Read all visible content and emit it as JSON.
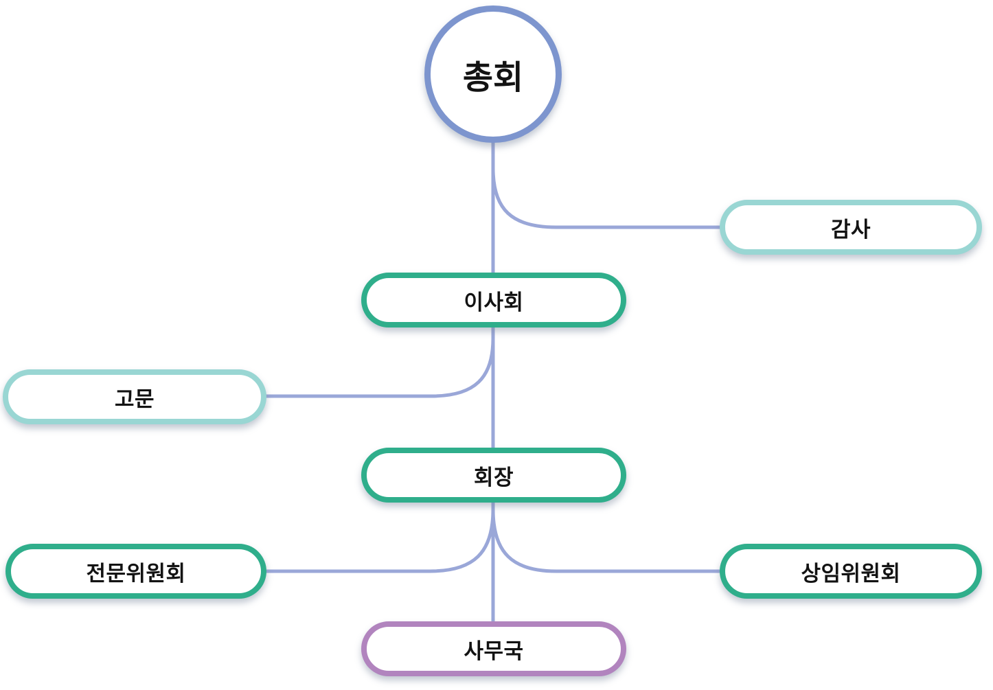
{
  "org_chart": {
    "nodes": {
      "assembly": {
        "label": "총회"
      },
      "auditor": {
        "label": "감사"
      },
      "board": {
        "label": "이사회"
      },
      "advisor": {
        "label": "고문"
      },
      "president": {
        "label": "회장"
      },
      "expert_committee": {
        "label": "전문위원회"
      },
      "standing_committee": {
        "label": "상임위원회"
      },
      "secretariat": {
        "label": "사무국"
      }
    },
    "edges": [
      {
        "from": "assembly",
        "to": "board"
      },
      {
        "from": "assembly",
        "to": "auditor"
      },
      {
        "from": "board",
        "to": "president"
      },
      {
        "from": "board",
        "to": "advisor"
      },
      {
        "from": "president",
        "to": "expert_committee"
      },
      {
        "from": "president",
        "to": "standing_committee"
      },
      {
        "from": "president",
        "to": "secretariat"
      }
    ],
    "colors": {
      "circle_border": "#7d95ce",
      "connector": "#9aa7d8",
      "teal_light": "#99d6d3",
      "green": "#2fae8b",
      "purple": "#b184be",
      "node_background": "#ffffff",
      "text": "#131313"
    }
  }
}
